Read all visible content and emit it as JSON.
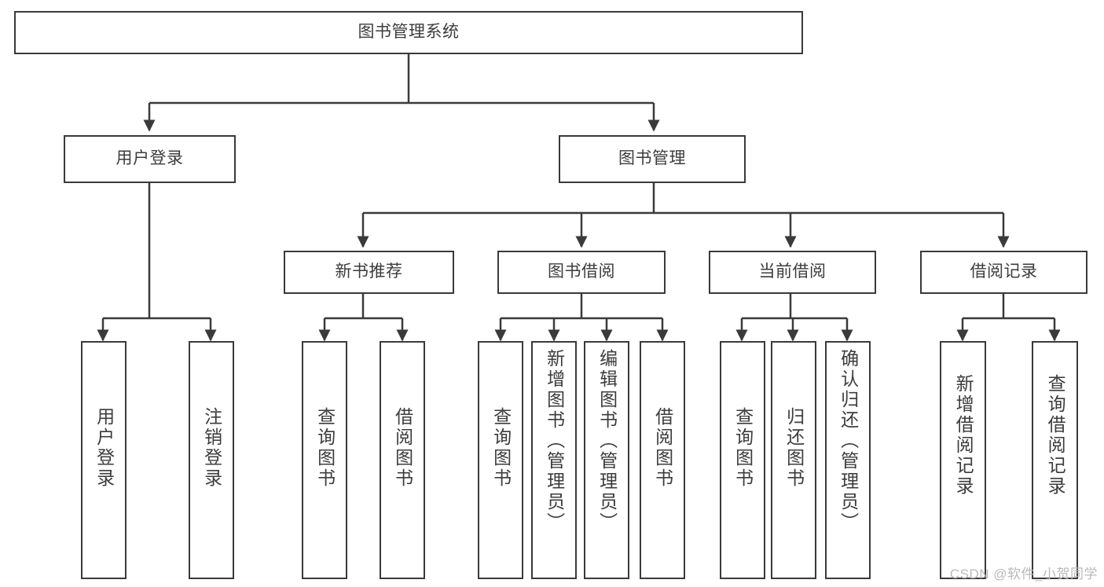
{
  "diagram": {
    "title": "图书管理系统",
    "type": "tree-hierarchy",
    "stroke_color": "#3a3a3a",
    "text_color": "#3c3c3c",
    "background_color": "#ffffff"
  },
  "root": {
    "label": "图书管理系统"
  },
  "level1": [
    {
      "label": "用户登录"
    },
    {
      "label": "图书管理"
    }
  ],
  "level2": [
    {
      "label": "新书推荐"
    },
    {
      "label": "图书借阅"
    },
    {
      "label": "当前借阅"
    },
    {
      "label": "借阅记录"
    }
  ],
  "leaves": {
    "user_login": [
      {
        "label": "用户登录"
      },
      {
        "label": "注销登录"
      }
    ],
    "new_book_recommend": [
      {
        "label": "查询图书"
      },
      {
        "label": "借阅图书"
      }
    ],
    "book_borrow": [
      {
        "label": "查询图书"
      },
      {
        "label": "新增图书（管理员）"
      },
      {
        "label": "编辑图书（管理员）"
      },
      {
        "label": "借阅图书"
      }
    ],
    "current_borrow": [
      {
        "label": "查询图书"
      },
      {
        "label": "归还图书"
      },
      {
        "label": "确认归还（管理员）"
      }
    ],
    "borrow_record": [
      {
        "label": "新增借阅记录"
      },
      {
        "label": "查询借阅记录"
      }
    ]
  },
  "watermark": {
    "text": "CSDN @软件_小贺同学"
  }
}
